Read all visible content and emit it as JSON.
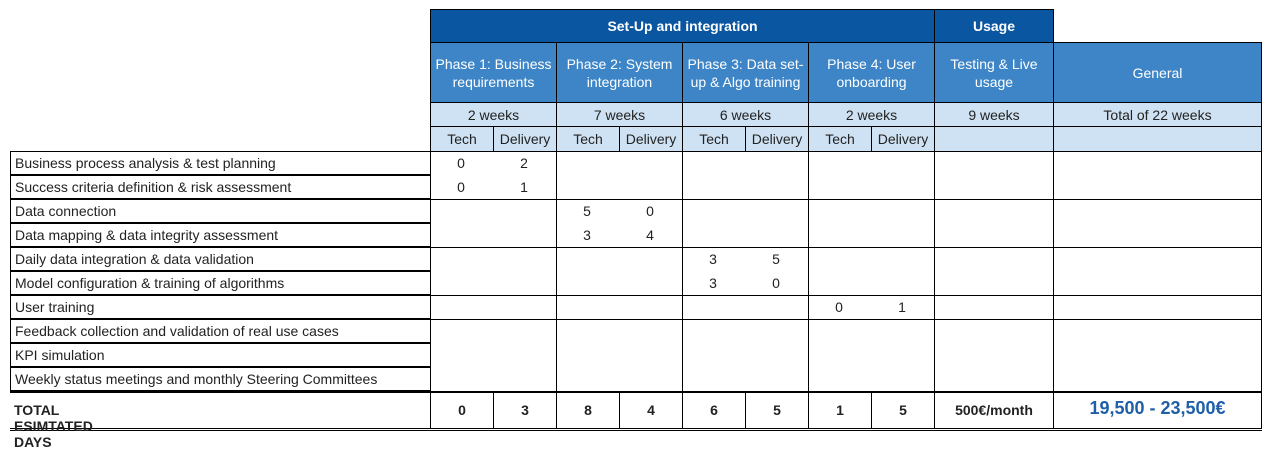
{
  "header": {
    "setup_label": "Set-Up and integration",
    "usage_label": "Usage"
  },
  "phases": [
    {
      "title": "Phase 1: Business requirements",
      "duration": "2 weeks"
    },
    {
      "title": "Phase 2: System integration",
      "duration": "7 weeks"
    },
    {
      "title": "Phase 3: Data set-up & Algo training",
      "duration": "6 weeks"
    },
    {
      "title": "Phase 4: User onboarding",
      "duration": "2 weeks"
    }
  ],
  "usage_col": {
    "title": "Testing & Live usage",
    "duration": "9 weeks"
  },
  "general_col": {
    "title": "General",
    "duration": "Total of 22 weeks"
  },
  "subheaders": {
    "tech": "Tech",
    "delivery": "Delivery"
  },
  "tasks": [
    "Business process analysis & test planning",
    "Success criteria definition & risk assessment",
    "Data connection",
    "Data mapping & data integrity assessment",
    "Daily data integration & data validation",
    "Model configuration & training of algorithms",
    "User training",
    "Feedback collection and validation of real use cases",
    "KPI simulation",
    "Weekly status meetings and monthly Steering Committees"
  ],
  "values": [
    {
      "row": 0,
      "phase": 0,
      "tech": "0",
      "delivery": "2"
    },
    {
      "row": 1,
      "phase": 0,
      "tech": "0",
      "delivery": "1"
    },
    {
      "row": 2,
      "phase": 1,
      "tech": "5",
      "delivery": "0"
    },
    {
      "row": 3,
      "phase": 1,
      "tech": "3",
      "delivery": "4"
    },
    {
      "row": 4,
      "phase": 2,
      "tech": "3",
      "delivery": "5"
    },
    {
      "row": 5,
      "phase": 2,
      "tech": "3",
      "delivery": "0"
    },
    {
      "row": 6,
      "phase": 3,
      "tech": "0",
      "delivery": "1"
    }
  ],
  "totals": {
    "label": "TOTAL ESIMTATED DAYS",
    "p1_tech": "0",
    "p1_delivery": "3",
    "p2_tech": "8",
    "p2_delivery": "4",
    "p3_tech": "6",
    "p3_delivery": "5",
    "p4_tech": "1",
    "p4_delivery": "5",
    "usage": "500€/month",
    "general": "19,500 - 23,500€"
  }
}
